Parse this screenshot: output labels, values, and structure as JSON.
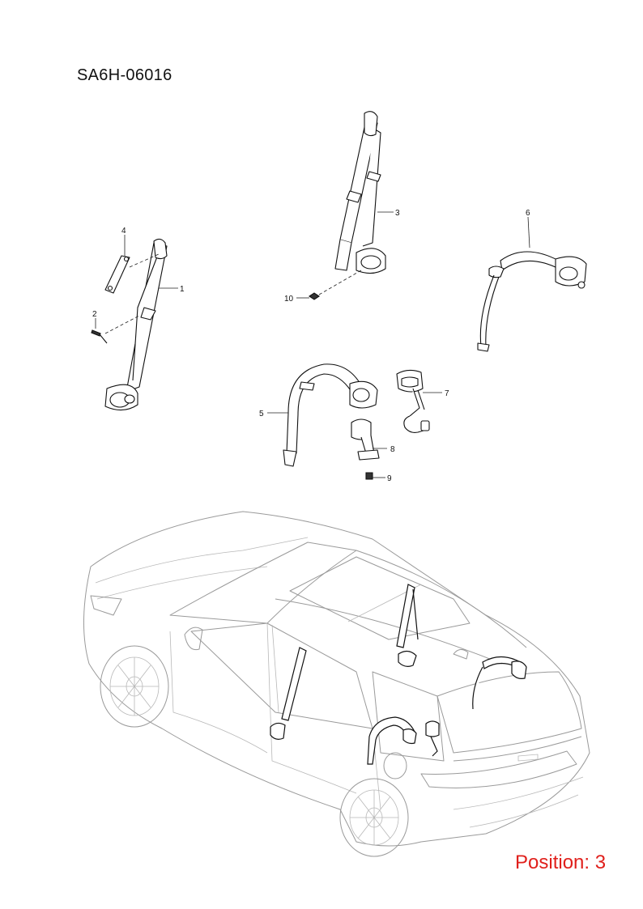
{
  "diagram_code": "SA6H-06016",
  "position_text": "Position: 3",
  "callouts": [
    "1",
    "2",
    "3",
    "4",
    "5",
    "6",
    "7",
    "8",
    "9",
    "10"
  ],
  "colors": {
    "position_text": "#e0201c",
    "line": "#111111",
    "vehicle_outline": "#9a9a9a"
  }
}
